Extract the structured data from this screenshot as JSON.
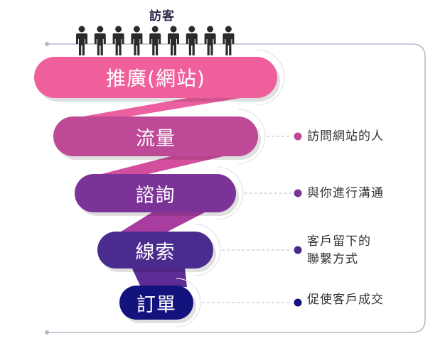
{
  "visitors": {
    "title": "訪客",
    "icon": "person-icon",
    "count": 9,
    "icon_color": "#2b2b2b"
  },
  "frame_color": "#b9b6c9",
  "stages": [
    {
      "label": "推廣(網站)",
      "color": "#ef5f9b",
      "note": ""
    },
    {
      "label": "流量",
      "color": "#be4997",
      "note": "訪問網站的人"
    },
    {
      "label": "諮詢",
      "color": "#7b3398",
      "note": "與你進行溝通"
    },
    {
      "label": "線索",
      "color": "#4a2b8e",
      "note": "客戶留下的\n聯繫方式"
    },
    {
      "label": "訂單",
      "color": "#14137e",
      "note": "促使客戶成交"
    }
  ],
  "connector_colors": [
    "#ec5fa0",
    "#d44e9e",
    "#a83d9f",
    "#5d2c94"
  ],
  "bullet_colors": [
    "#be4997",
    "#7b3398",
    "#4a2b8e",
    "#14137e"
  ]
}
